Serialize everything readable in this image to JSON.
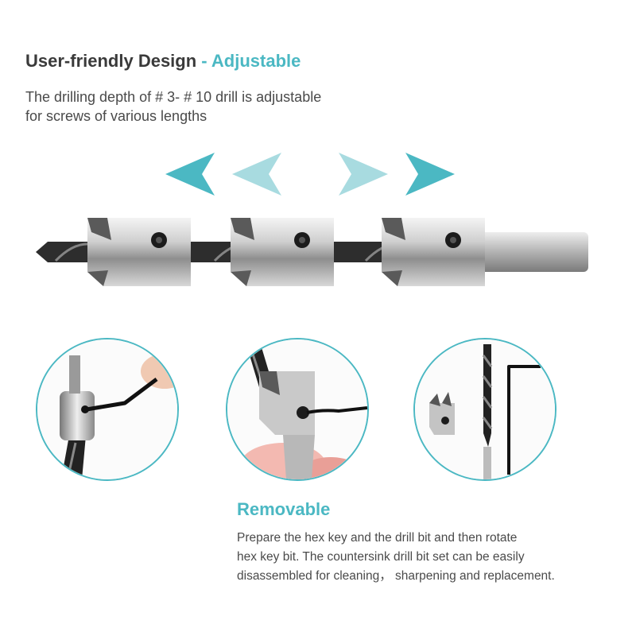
{
  "header": {
    "title_main": "User-friendly Design",
    "title_accent": " - Adjustable",
    "subtitle_line1": "The drilling depth of # 3- # 10 drill is adjustable",
    "subtitle_line2": "for screws of various lengths"
  },
  "colors": {
    "accent": "#4bb8c3",
    "accent_light": "#a8dbe0",
    "heading_text": "#3a3a3a",
    "body_text": "#4a4a4a"
  },
  "icons": {
    "arrows": [
      "arrow-left-icon",
      "arrow-left-light-icon",
      "arrow-right-light-icon",
      "arrow-right-icon"
    ]
  },
  "removable": {
    "title": "Removable",
    "line1": "Prepare the hex key and the drill bit and then rotate",
    "line2": "hex key bit. The countersink drill bit set can be easily",
    "line3": "disassembled for cleaning， sharpening and replacement."
  }
}
